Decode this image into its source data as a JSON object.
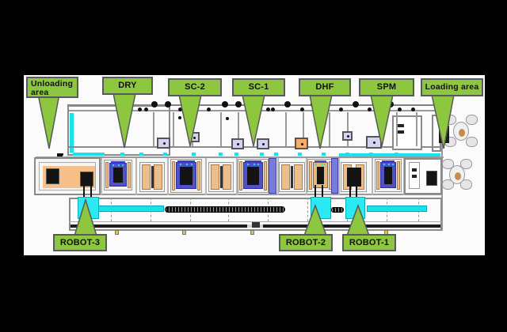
{
  "labels": {
    "unloading": {
      "text": "Unloading area"
    },
    "dry": {
      "text": "DRY"
    },
    "sc2": {
      "text": "SC-2"
    },
    "sc1": {
      "text": "SC-1"
    },
    "dhf": {
      "text": "DHF"
    },
    "spm": {
      "text": "SPM"
    },
    "loading": {
      "text": "Loading area"
    },
    "robot3": {
      "text": "ROBOT-3"
    },
    "robot2": {
      "text": "ROBOT-2"
    },
    "robot1": {
      "text": "ROBOT-1"
    }
  },
  "colors": {
    "background": "#000000",
    "canvas": "#FBFBFB",
    "callout_fill": "#8DC63F",
    "callout_border": "#58595B",
    "callout_text": "#111111",
    "cyan_accent": "#17E3EC",
    "robot_fill": "#2BE9F2",
    "tank_purple": "#5050C8",
    "tank_orange": "#EBBE8C",
    "station_peach": "#F5C08A",
    "frame_gray": "#8A8A8A"
  }
}
